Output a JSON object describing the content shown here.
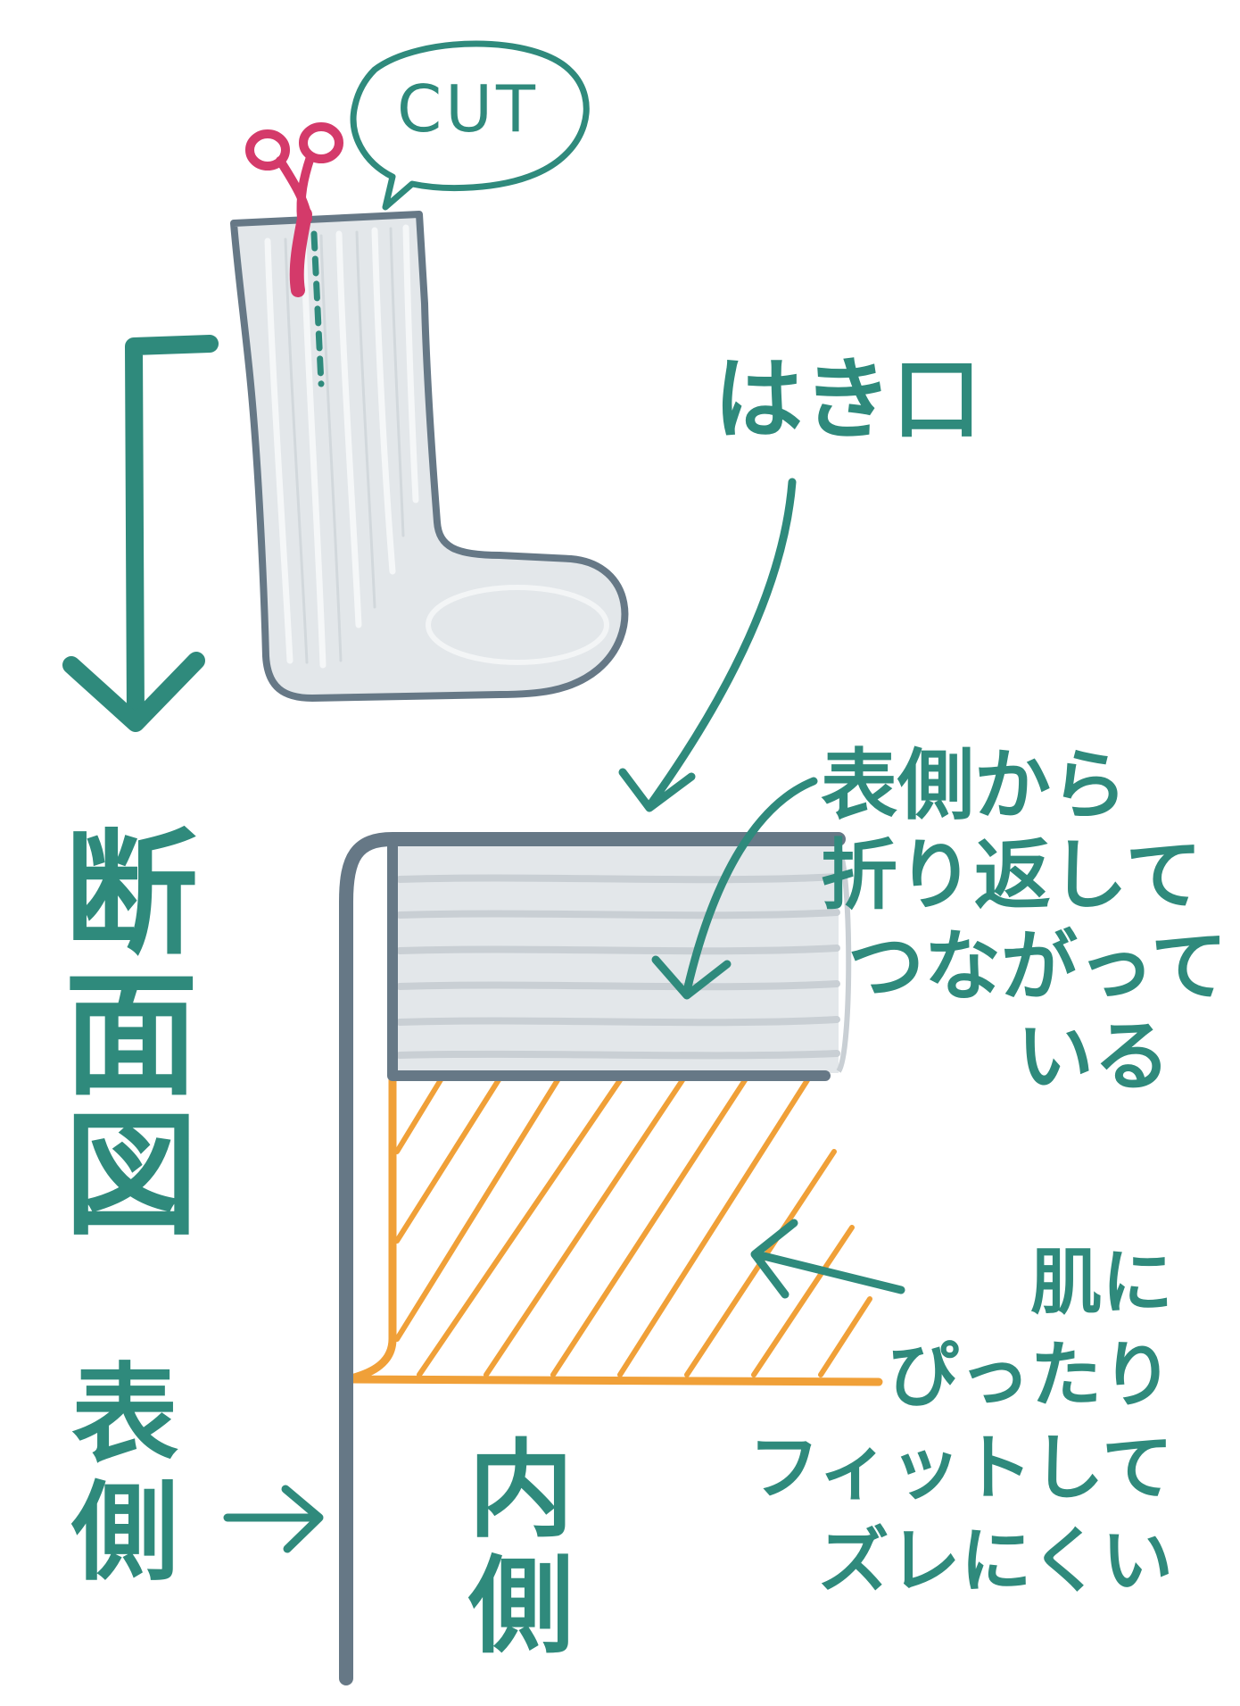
{
  "colors": {
    "teal": "#2f8a7c",
    "sock_outline": "#667886",
    "sock_fill": "#e3e7ea",
    "scissors": "#d43a6a",
    "hatch": "#f0a038"
  },
  "labels": {
    "cut": "CUT",
    "opening": "はき口",
    "section_title": [
      "断",
      "面",
      "図"
    ],
    "fold_note": [
      "表側から",
      "折り返して",
      "つながって",
      "いる"
    ],
    "fit_note": [
      "肌に",
      "ぴったり",
      "フィットして",
      "ズレにくい"
    ],
    "outer_side": [
      "表",
      "側"
    ],
    "inner_side": [
      "内",
      "側"
    ]
  },
  "icons": [
    "scissors-icon",
    "down-arrow-icon",
    "sock-illustration"
  ]
}
